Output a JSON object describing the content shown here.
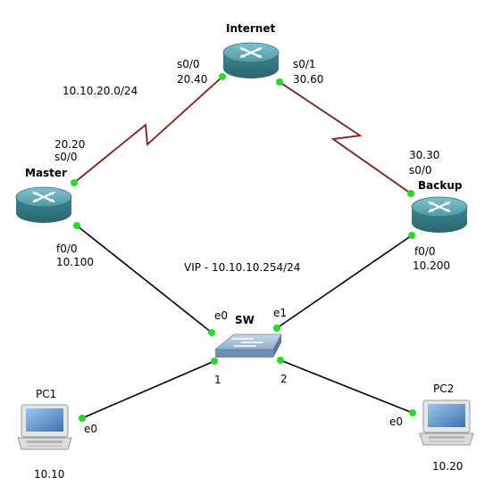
{
  "devices": {
    "internet": {
      "name": "Internet"
    },
    "master": {
      "name": "Master"
    },
    "backup": {
      "name": "Backup"
    },
    "switch": {
      "name": "SW"
    },
    "pc1": {
      "name": "PC1",
      "addr": "10.10"
    },
    "pc2": {
      "name": "PC2",
      "addr": "10.20"
    }
  },
  "labels": {
    "inet_s00_if": "s0/0",
    "inet_s00_ip": "20.40",
    "inet_s01_if": "s0/1",
    "inet_s01_ip": "30.60",
    "wan_net": "10.10.20.0/24",
    "master_s00_ip": "20.20",
    "master_s00_if": "s0/0",
    "backup_s00_ip": "30.30",
    "backup_s00_if": "s0/0",
    "master_f00_if": "f0/0",
    "master_f00_ip": "10.100",
    "backup_f00_if": "f0/0",
    "backup_f00_ip": "10.200",
    "vip": "VIP - 10.10.10.254/24",
    "sw_e0": "e0",
    "sw_e1": "e1",
    "sw_p1": "1",
    "sw_p2": "2",
    "pc1_if": "e0",
    "pc2_if": "e0"
  },
  "colors": {
    "serial_link": "#8b1a1a",
    "ethernet_link": "#000000",
    "port_dot": "#22dd22",
    "router_body": "#3f8f9c",
    "switch_body": "#7f9fc0"
  }
}
